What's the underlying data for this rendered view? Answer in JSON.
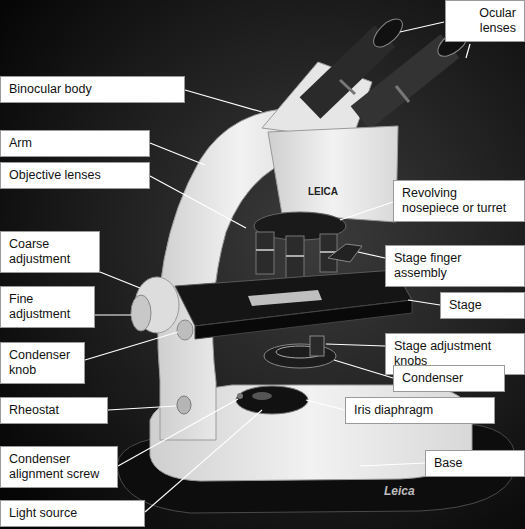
{
  "diagram": {
    "nodes": [
      {
        "text": [
          "Ocular lenses"
        ]
      },
      {
        "text": [
          "Binocular body"
        ]
      },
      {
        "text": [
          "Arm"
        ]
      },
      {
        "text": [
          "Objective lenses"
        ]
      },
      {
        "text": [
          "Revolving nosepiece or turret"
        ]
      },
      {
        "text": [
          "Coarse adjustment"
        ]
      },
      {
        "text": [
          "Stage finger assembly"
        ]
      },
      {
        "text": [
          "Fine adjustment"
        ]
      },
      {
        "text": [
          "Stage"
        ]
      },
      {
        "text": [
          "Stage adjustment knobs"
        ]
      },
      {
        "text": [
          "Condenser knob"
        ]
      },
      {
        "text": [
          "Condenser"
        ]
      },
      {
        "text": [
          "Rheostat"
        ]
      },
      {
        "text": [
          "Iris diaphragm"
        ]
      },
      {
        "text": [
          "Base"
        ]
      },
      {
        "text": [
          "Condenser alignment screw"
        ]
      },
      {
        "text": [
          "Light source"
        ]
      }
    ],
    "labels": [
      "LEICA",
      "Leica"
    ]
  }
}
